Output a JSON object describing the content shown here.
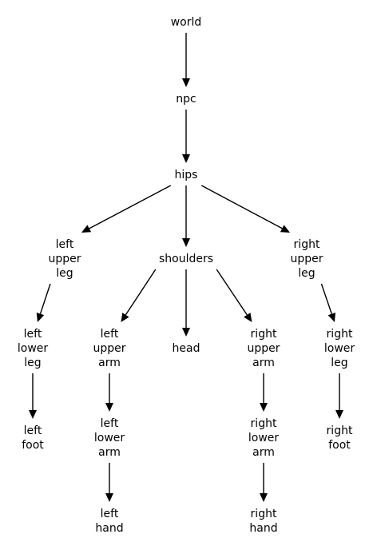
{
  "diagram": {
    "type": "tree",
    "nodes": [
      {
        "id": "world",
        "lines": [
          "world"
        ]
      },
      {
        "id": "npc",
        "lines": [
          "npc"
        ]
      },
      {
        "id": "hips",
        "lines": [
          "hips"
        ]
      },
      {
        "id": "left_upper_leg",
        "lines": [
          "left",
          "upper",
          "leg"
        ]
      },
      {
        "id": "shoulders",
        "lines": [
          "shoulders"
        ]
      },
      {
        "id": "right_upper_leg",
        "lines": [
          "right",
          "upper",
          "leg"
        ]
      },
      {
        "id": "left_lower_leg",
        "lines": [
          "left",
          "lower",
          "leg"
        ]
      },
      {
        "id": "left_upper_arm",
        "lines": [
          "left",
          "upper",
          "arm"
        ]
      },
      {
        "id": "head",
        "lines": [
          "head"
        ]
      },
      {
        "id": "right_upper_arm",
        "lines": [
          "right",
          "upper",
          "arm"
        ]
      },
      {
        "id": "right_lower_leg",
        "lines": [
          "right",
          "lower",
          "leg"
        ]
      },
      {
        "id": "left_foot",
        "lines": [
          "left",
          "foot"
        ]
      },
      {
        "id": "left_lower_arm",
        "lines": [
          "left",
          "lower",
          "arm"
        ]
      },
      {
        "id": "right_lower_arm",
        "lines": [
          "right",
          "lower",
          "arm"
        ]
      },
      {
        "id": "right_foot",
        "lines": [
          "right",
          "foot"
        ]
      },
      {
        "id": "left_hand",
        "lines": [
          "left",
          "hand"
        ]
      },
      {
        "id": "right_hand",
        "lines": [
          "right",
          "hand"
        ]
      }
    ],
    "edges": [
      [
        "world",
        "npc"
      ],
      [
        "npc",
        "hips"
      ],
      [
        "hips",
        "left_upper_leg"
      ],
      [
        "hips",
        "shoulders"
      ],
      [
        "hips",
        "right_upper_leg"
      ],
      [
        "left_upper_leg",
        "left_lower_leg"
      ],
      [
        "shoulders",
        "left_upper_arm"
      ],
      [
        "shoulders",
        "head"
      ],
      [
        "shoulders",
        "right_upper_arm"
      ],
      [
        "right_upper_leg",
        "right_lower_leg"
      ],
      [
        "left_lower_leg",
        "left_foot"
      ],
      [
        "left_upper_arm",
        "left_lower_arm"
      ],
      [
        "right_upper_arm",
        "right_lower_arm"
      ],
      [
        "right_lower_leg",
        "right_foot"
      ],
      [
        "left_lower_arm",
        "left_hand"
      ],
      [
        "right_lower_arm",
        "right_hand"
      ]
    ]
  }
}
